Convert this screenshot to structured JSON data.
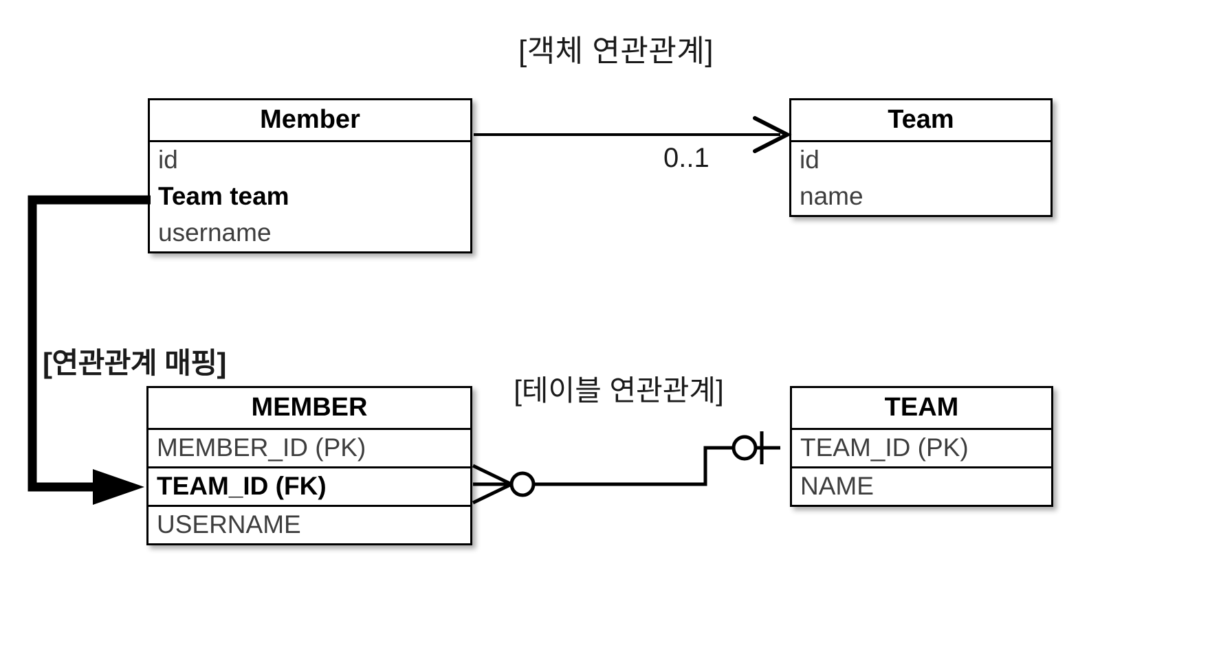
{
  "diagram": {
    "title_object_relation": "[객체 연관관계]",
    "title_table_relation": "[테이블 연관관계]",
    "title_mapping": "[연관관계 매핑]",
    "colors": {
      "line": "#000000",
      "box_border": "#000000",
      "attribute_text": "#3d3d3d",
      "emphasis_text": "#000000",
      "background": "#ffffff"
    }
  },
  "object_model": {
    "member_class": {
      "name": "Member",
      "attributes": [
        {
          "label": "id",
          "emphasis": false
        },
        {
          "label": "Team team",
          "emphasis": true
        },
        {
          "label": "username",
          "emphasis": false
        }
      ]
    },
    "team_class": {
      "name": "Team",
      "attributes": [
        {
          "label": "id",
          "emphasis": false
        },
        {
          "label": "name",
          "emphasis": false
        }
      ]
    },
    "association": {
      "multiplicity": "0..1",
      "direction": "Member -> Team",
      "arrow": "open-arrow"
    }
  },
  "table_model": {
    "member_table": {
      "name": "MEMBER",
      "columns": [
        {
          "label": "MEMBER_ID (PK)",
          "emphasis": false
        },
        {
          "label": "TEAM_ID (FK)",
          "emphasis": true
        },
        {
          "label": "USERNAME",
          "emphasis": false
        }
      ]
    },
    "team_table": {
      "name": "TEAM",
      "columns": [
        {
          "label": "TEAM_ID (PK)",
          "emphasis": false
        },
        {
          "label": "NAME",
          "emphasis": false
        }
      ]
    },
    "relationship": {
      "member_side_notation": "zero-or-many-crowsfoot",
      "team_side_notation": "zero-or-one"
    }
  },
  "mapping_link": {
    "from": "Member.Team team",
    "to": "MEMBER.TEAM_ID (FK)",
    "style": "thick-elbow-arrow"
  }
}
